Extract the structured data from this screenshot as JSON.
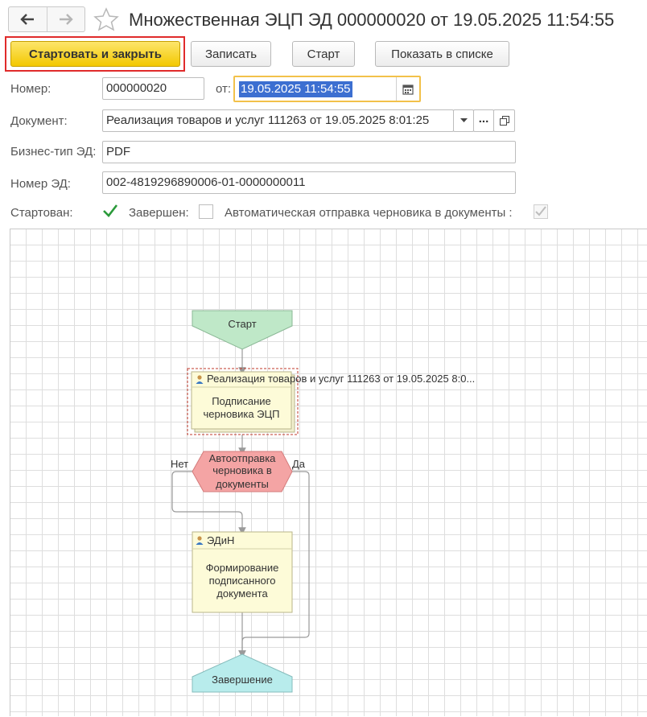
{
  "window": {
    "title": "Множественная ЭЦП ЭД 000000020 от 19.05.2025 11:54:55"
  },
  "toolbar": {
    "start_close_label": "Стартовать и закрыть",
    "save_label": "Записать",
    "start_label": "Старт",
    "show_in_list_label": "Показать в списке"
  },
  "form": {
    "number_label": "Номер:",
    "number_value": "000000020",
    "date_label": "от:",
    "date_value": "19.05.2025 11:54:55",
    "document_label": "Документ:",
    "document_value": "Реализация товаров и услуг 111263 от 19.05.2025 8:01:25",
    "business_type_label": "Бизнес-тип ЭД:",
    "business_type_value": "PDF",
    "ed_number_label": "Номер ЭД:",
    "ed_number_value": "002-4819296890006-01-0000000011",
    "started_label": "Стартован:",
    "started_checked": true,
    "finished_label": "Завершен:",
    "finished_checked": false,
    "auto_send_label": "Автоматическая отправка черновика в документы :",
    "auto_send_checked": true
  },
  "diagram": {
    "start_label": "Старт",
    "task1_header": "Реализация товаров и услуг 111263 от 19.05.2025 8:0...",
    "task1_line1": "Подписание",
    "task1_line2": "черновика ЭЦП",
    "decision_line1": "Автоотправка",
    "decision_line2": "черновика в",
    "decision_line3": "документы",
    "no_label": "Нет",
    "yes_label": "Да",
    "task2_header": "ЭДиН",
    "task2_line1": "Формирование",
    "task2_line2": "подписанного",
    "task2_line3": "документа",
    "end_label": "Завершение"
  },
  "colors": {
    "start_fill": "#bfe8c8",
    "task_fill": "#fdfbd8",
    "decision_fill": "#f4a4a4",
    "end_fill": "#b8ecec",
    "primary_button": "#f5cc0a"
  }
}
